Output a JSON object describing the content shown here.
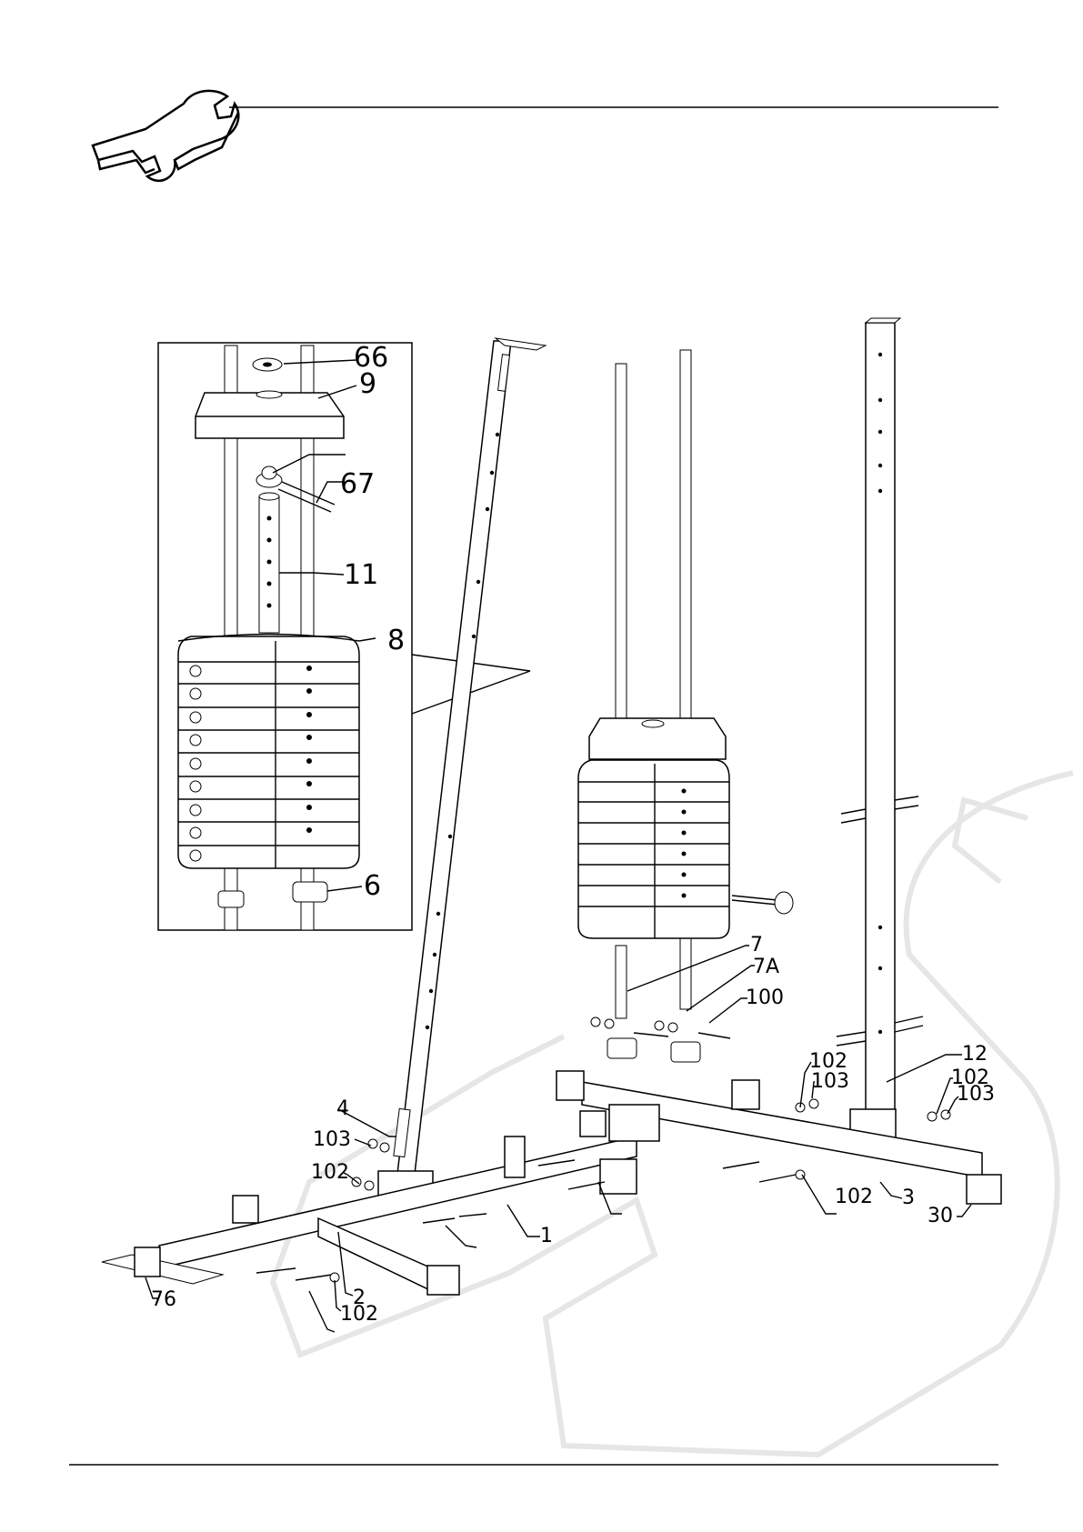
{
  "labels": {
    "inset": {
      "p66": "66",
      "p9": "9",
      "p67": "67",
      "p11": "11",
      "p8": "8",
      "p6": "6"
    },
    "main": {
      "p7": "7",
      "p7A": "7A",
      "p100": "100",
      "p12": "12",
      "p102_rear_mid": "102",
      "p103_rear_mid": "103",
      "p102_rear_right": "102",
      "p103_rear_right": "103",
      "p4": "4",
      "p103_left": "103",
      "p102_left": "102",
      "p1": "1",
      "p3": "3",
      "p30": "30",
      "p102_right": "102",
      "p76": "76",
      "p2": "2",
      "p102_front": "102"
    }
  }
}
